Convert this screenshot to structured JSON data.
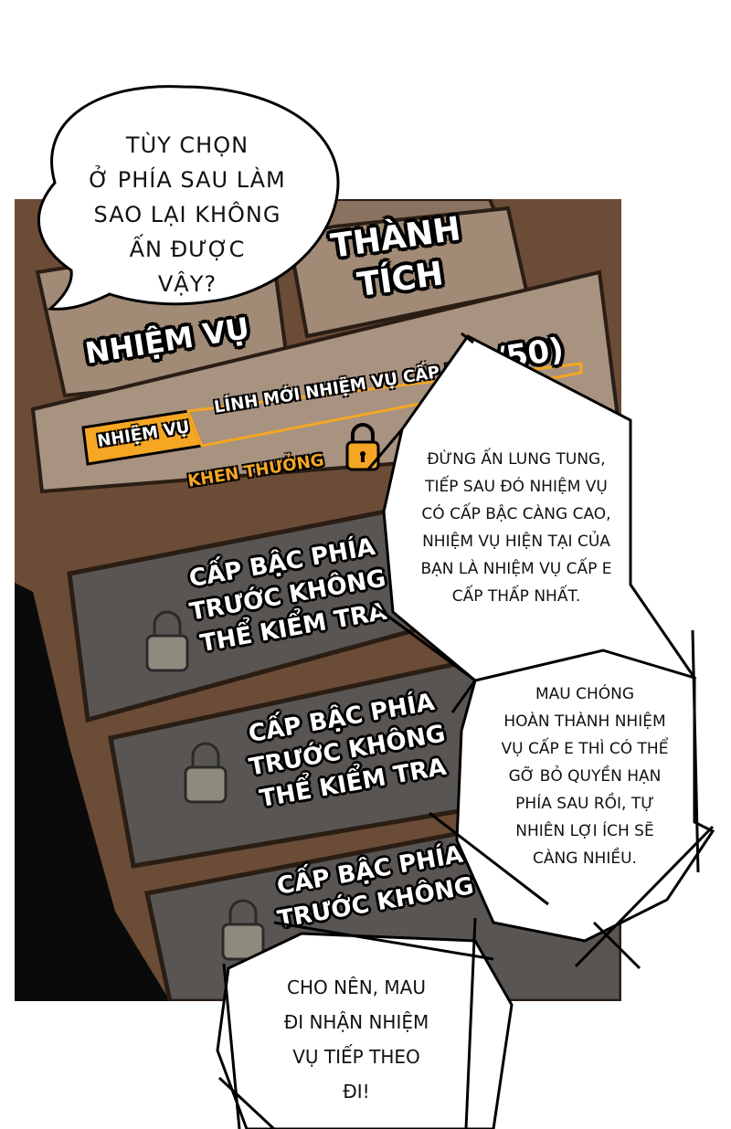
{
  "speech_bubble_top": {
    "text": "TÙY CHỌN\nỞ PHÍA SAU LÀM\nSAO LẠI KHÔNG\nẤN ĐƯỢC\nVẬY?"
  },
  "tabs": {
    "achievements": "THÀNH\nTÍCH",
    "quests": "NHIỆM VỤ"
  },
  "quest_panel": {
    "tag": "NHIỆM VỤ",
    "quest_name": "LÍNH MỚI NHIỆM VỤ CẤP E",
    "progress": "(1/50)",
    "reward_label": "KHEN THƯỞNG"
  },
  "locked_ranks": [
    {
      "label": "CẤP BẬC PHÍA\nTRƯỚC KHÔNG\nTHỂ KIỂM TRA"
    },
    {
      "label": "CẤP BẬC PHÍA\nTRƯỚC KHÔNG\nTHỂ KIỂM TRA"
    },
    {
      "label": "CẤP BẬC PHÍA\nTRƯỚC KHÔNG"
    }
  ],
  "narration_1": {
    "text": "ĐỪNG ẤN LUNG TUNG,\nTIẾP SAU ĐÓ NHIỆM VỤ\nCÓ CẤP BẬC CÀNG CAO,\nNHIỆM VỤ HIỆN TẠI CỦA\nBẠN LÀ NHIỆM VỤ CẤP E\nCẤP THẤP NHẤT."
  },
  "narration_2": {
    "text": "MAU CHÓNG\nHOÀN THÀNH NHIỆM\nVỤ CẤP E THÌ CÓ THỂ\nGỠ BỎ QUYỀN HẠN\nPHÍA SAU RỒI, TỰ\nNHIÊN LỢI ÍCH SẼ\nCÀNG NHIỀU."
  },
  "narration_3": {
    "text": "CHO NÊN, MAU\nĐI NHẬN NHIỆM\nVỤ TIẾP THEO\nĐI!"
  },
  "colors": {
    "panel_dark": "#6b4c36",
    "tab_light": "#a18b77",
    "locked_box": "#595553",
    "accent_yellow": "#f5a623"
  }
}
